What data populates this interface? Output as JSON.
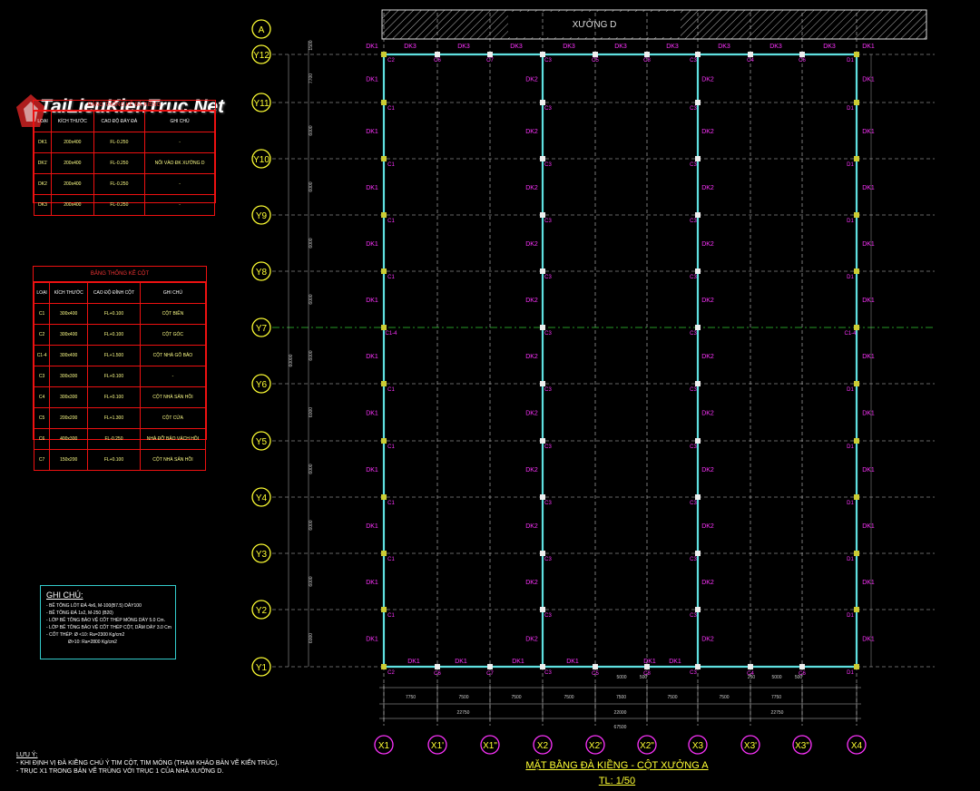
{
  "header_label": "XƯỞNG D",
  "axis_row_top": "A",
  "row_axes": [
    "Y12",
    "Y11",
    "Y10",
    "Y9",
    "Y8",
    "Y7",
    "Y6",
    "Y5",
    "Y4",
    "Y3",
    "Y2",
    "Y1"
  ],
  "col_axes": [
    "X1",
    "X1'",
    "X1\"",
    "X2",
    "X2'",
    "X2\"",
    "X3",
    "X3'",
    "X3\"",
    "X4"
  ],
  "beam_labels": {
    "top": [
      "DK1",
      "DK3",
      "DK3",
      "DK3",
      "DK3",
      "DK3",
      "DK3",
      "DK3",
      "DK3",
      "DK3",
      "DK1"
    ],
    "bottom": [
      "DK1",
      "DK1",
      "DK1",
      "DK1",
      "DK1",
      "DK1"
    ],
    "side": "DK1",
    "inner": "DK2"
  },
  "column_labels": [
    "C1",
    "C2",
    "C3",
    "C4",
    "C5",
    "C6",
    "C7",
    "C8",
    "C1-4",
    "D1"
  ],
  "dims": {
    "bays": [
      "7750",
      "7500",
      "7500",
      "7500",
      "7500",
      "7500",
      "7500",
      "7750"
    ],
    "sub": [
      "22750",
      "22000",
      "22750"
    ],
    "total": "67500",
    "row_spacing": [
      "7700",
      "6000",
      "6000",
      "6000",
      "6000",
      "6000",
      "6000",
      "6000",
      "6000",
      "6000",
      "6000"
    ],
    "side_total": "60000",
    "small": [
      "5000",
      "500",
      "250",
      "1500"
    ]
  },
  "beam_table": {
    "title": "BẢNG THỐNG KÊ ĐÀ KIỀNG",
    "headers": [
      "LOẠI",
      "KÍCH THƯỚC",
      "CAO ĐỘ ĐÁY ĐÀ",
      "GHI CHÚ"
    ],
    "rows": [
      [
        "DK1",
        "200x400",
        "FL-0.250",
        "-"
      ],
      [
        "DK1'",
        "200x400",
        "FL-0.250",
        "NỐI VÀO ĐK XƯỞNG D"
      ],
      [
        "DK2",
        "200x400",
        "FL-0.250",
        "-"
      ],
      [
        "DK3",
        "200x400",
        "FL-0.250",
        "-"
      ]
    ]
  },
  "column_table": {
    "title": "BẢNG THỐNG KÊ CỘT",
    "headers": [
      "LOẠI",
      "KÍCH THƯỚC",
      "CAO ĐỘ ĐỈNH CỘT",
      "GHI CHÚ"
    ],
    "rows": [
      [
        "C1",
        "300x400",
        "FL+0.100",
        "CỘT BIÊN"
      ],
      [
        "C2",
        "300x400",
        "FL+0.100",
        "CỘT GÓC"
      ],
      [
        "C1-4",
        "300x400",
        "FL+1.500",
        "CỘT NHÀ GỖ BẢO"
      ],
      [
        "C3",
        "300x300",
        "FL+0.100",
        "-"
      ],
      [
        "C4",
        "300x300",
        "FL+0.100",
        "CỘT NHÀ SẢN HỒI"
      ],
      [
        "C5",
        "200x200",
        "FL+1.300",
        "CỘT CỬA"
      ],
      [
        "C6",
        "400x300",
        "FL-0.250",
        "NHÀ ĐỠ BẢO VÁCH HỒI"
      ],
      [
        "C7",
        "150x200",
        "FL+0.100",
        "CỘT NHÀ SẢN HỒI"
      ]
    ]
  },
  "notes": {
    "title": "GHI CHÚ:",
    "lines": [
      "- BÊ TÔNG LÓT ĐÁ 4x6, M-100(B7.5) DÀY100",
      "- BÊ TÔNG ĐÁ 1x2, M-250 (B20)",
      "- LỚP BÊ TÔNG BẢO VỆ CỐT THÉP MÓNG DÀY 5.0 Cm.",
      "- LỚP BÊ TÔNG BẢO VỆ CỐT THÉP CỘT, DẦM DÀY 3.0 Cm",
      "- CỐT THÉP:  Ø <10: Ra=2300 Kg/cm2",
      "Ø>10: Ra=2800 Kg/cm2"
    ]
  },
  "footer": {
    "title": "LƯU Ý:",
    "lines": [
      "- KHI ĐỊNH VỊ ĐÀ KIỀNG CHÚ Ý TIM CỘT, TIM MÓNG (THAM KHẢO  BẢN VẼ KIẾN TRÚC).",
      "- TRỤC X1 TRONG BẢN VẼ TRÙNG VỚI TRỤC 1 CỦA NHÀ XƯỞNG D."
    ]
  },
  "plan_title": "MẶT BẰNG ĐÀ KIỀNG - CỘT XƯỞNG A",
  "plan_scale": "TL: 1/50",
  "watermark": "TaiLieuKienTruc.Net",
  "colors": {
    "bg": "#000000",
    "beam": "#5fe0e0",
    "axis_circle": "#ffff33",
    "label": "#ff33ff",
    "grid": "#c8c8c8",
    "axis_center": "#33cc33",
    "table_border": "#ee1111"
  }
}
